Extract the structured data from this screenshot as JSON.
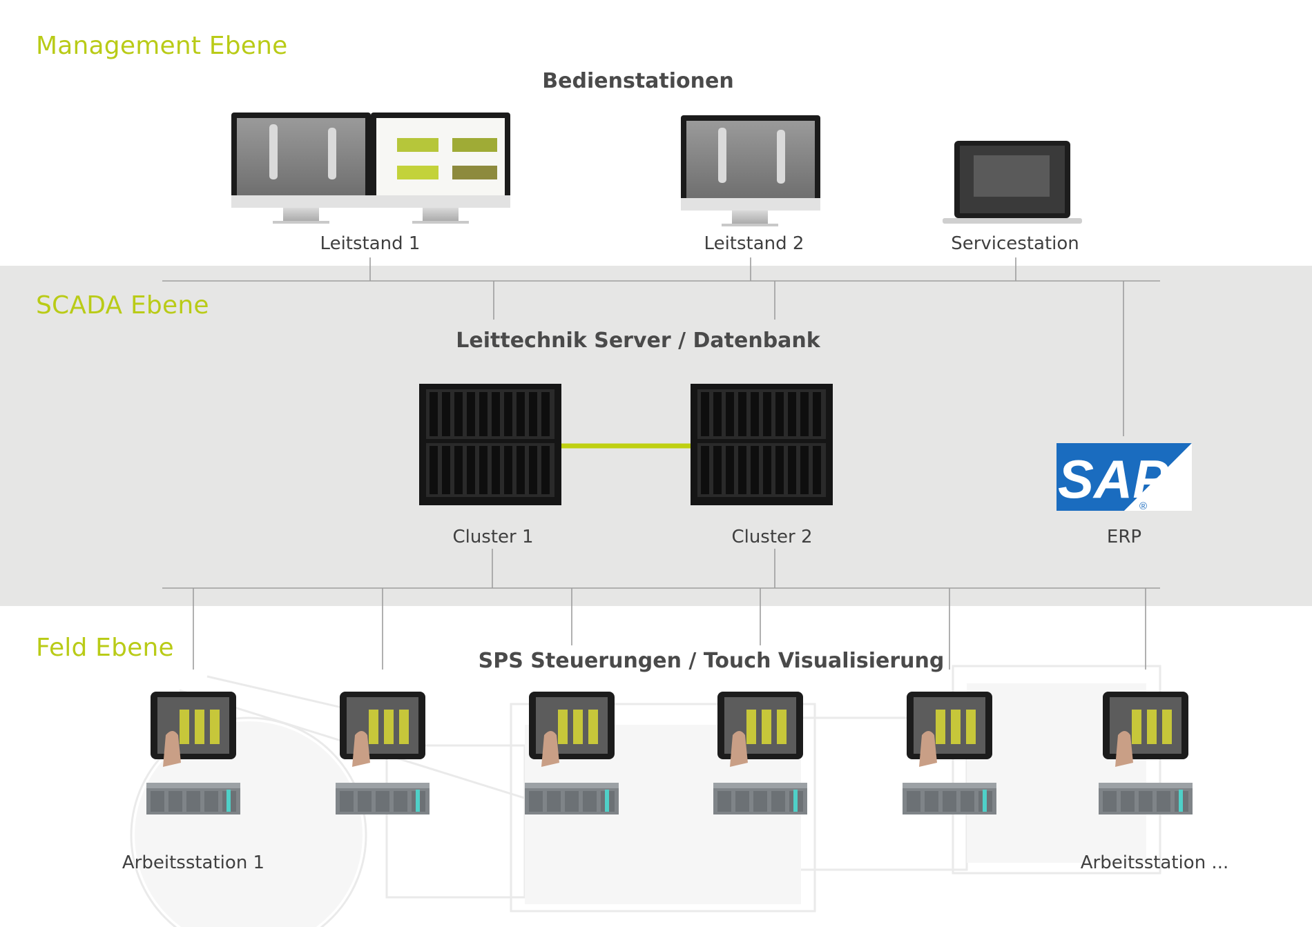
{
  "levels": {
    "management": "Management Ebene",
    "scada": "SCADA Ebene",
    "field": "Feld Ebene"
  },
  "headings": {
    "operator_stations": "Bedienstationen",
    "servers": "Leittechnik Server / Datenbank",
    "plc": "SPS Steuerungen / Touch Visualisierung"
  },
  "operator_stations": [
    {
      "label": "Leitstand 1",
      "device": "dual-monitor-icon"
    },
    {
      "label": "Leitstand 2",
      "device": "monitor-icon"
    },
    {
      "label": "Servicestation",
      "device": "laptop-icon"
    }
  ],
  "servers": [
    {
      "label": "Cluster 1",
      "device": "blade-server-icon"
    },
    {
      "label": "Cluster 2",
      "device": "blade-server-icon"
    }
  ],
  "erp": {
    "label": "ERP",
    "logo_text": "SAP",
    "logo_mark": "®"
  },
  "workstations": {
    "first_label": "Arbeitsstation 1",
    "last_label": "Arbeitsstation ...",
    "count": 6
  },
  "colors": {
    "accent": "#b9cb17",
    "scada_band": "#e6e6e5",
    "line": "#9a9a9a",
    "cluster_link": "#bfd011",
    "sap_blue": "#1a6cbf"
  }
}
